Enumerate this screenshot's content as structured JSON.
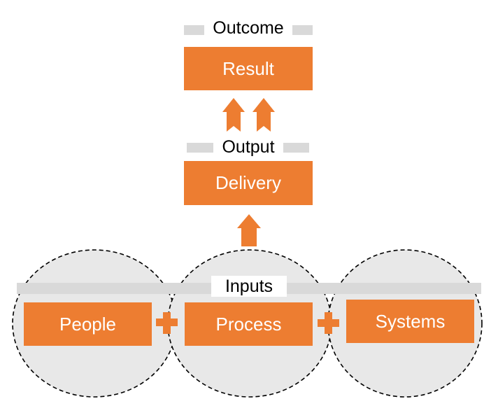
{
  "diagram": {
    "outcome_label": "Outcome",
    "result_label": "Result",
    "output_label": "Output",
    "delivery_label": "Delivery",
    "inputs_label": "Inputs",
    "inputs": [
      {
        "label": "People"
      },
      {
        "label": "Process"
      },
      {
        "label": "Systems"
      }
    ],
    "connector_icon": "plus-icon",
    "arrow_icon": "arrow-up-icon",
    "colors": {
      "box_fill": "#ed7d31",
      "box_text": "#ffffff",
      "circle_fill": "#e8e8e8",
      "bar_fill": "#d9d9d9"
    }
  }
}
